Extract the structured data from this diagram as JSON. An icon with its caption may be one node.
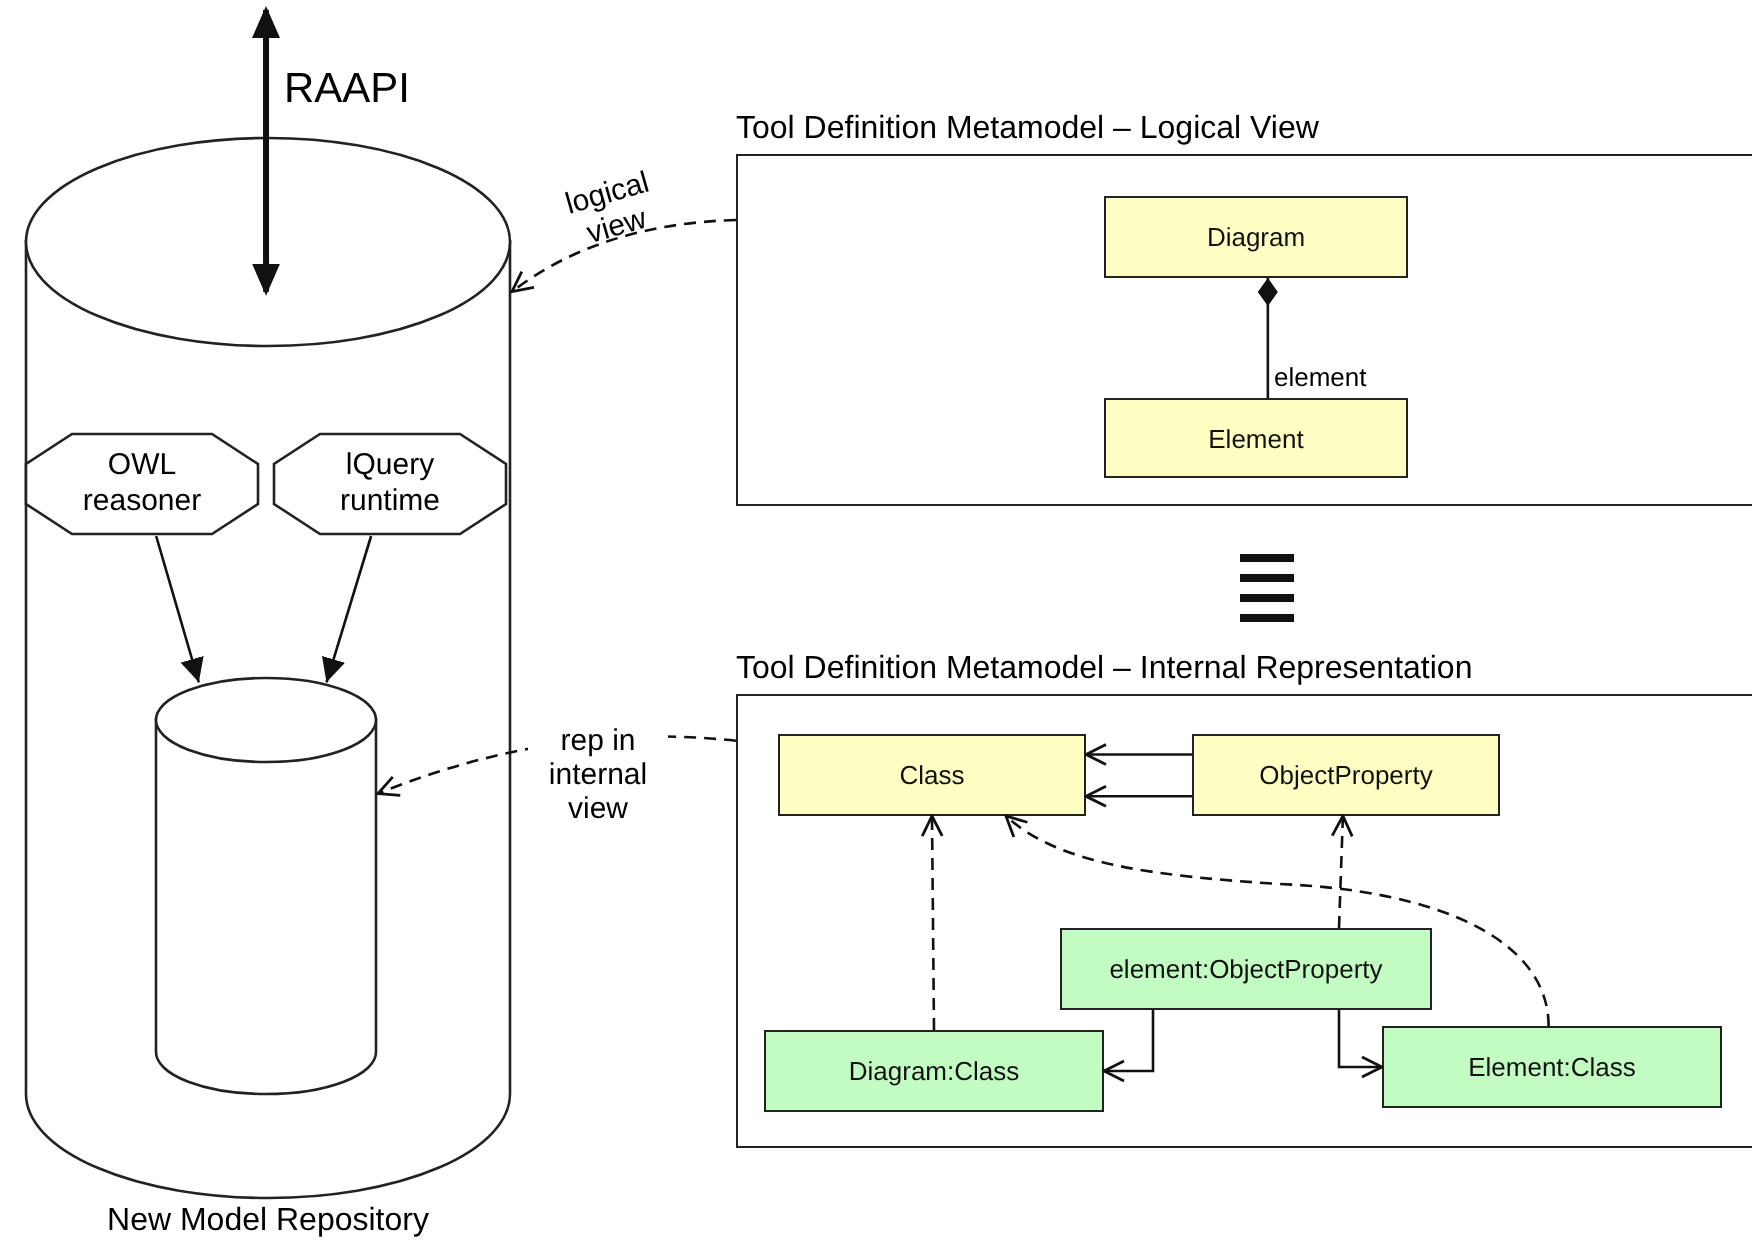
{
  "diagram": {
    "nodes": [
      {
        "text": [
          "New Model Repository"
        ]
      },
      {
        "text": [
          "OWL reasoner"
        ],
        "in": 0
      },
      {
        "text": [
          "lQuery runtime"
        ],
        "in": 0
      },
      {
        "text": [],
        "shape": "cylinder",
        "in": 0
      },
      {
        "text": [
          "Tool Definition Metamodel – Logical View"
        ]
      },
      {
        "text": [
          "Diagram"
        ],
        "in": 4
      },
      {
        "text": [
          "Element"
        ],
        "in": 4
      },
      {
        "text": [
          "Tool Definition Metamodel – Internal Representation"
        ]
      },
      {
        "text": [
          "Class"
        ],
        "in": 7
      },
      {
        "text": [
          "ObjectProperty"
        ],
        "in": 7
      },
      {
        "text": [
          "element:ObjectProperty"
        ],
        "in": 7
      },
      {
        "text": [
          "Diagram:Class"
        ],
        "in": 7
      },
      {
        "text": [
          "Element:Class"
        ],
        "in": 7
      }
    ],
    "edges": [
      {
        "from": null,
        "to": 0,
        "arrow": "both",
        "label": "RAAPI",
        "style": "thick"
      },
      {
        "from": 4,
        "to": 0,
        "arrow": "to",
        "label": "logical view",
        "style": "dashed"
      },
      {
        "from": 7,
        "to": 3,
        "arrow": "to",
        "label": "rep in internal view",
        "style": "dashed"
      },
      {
        "from": 1,
        "to": 3,
        "arrow": "to"
      },
      {
        "from": 2,
        "to": 3,
        "arrow": "to"
      },
      {
        "from": 6,
        "to": 5,
        "arrow": "other",
        "label": "element"
      },
      {
        "from": 9,
        "to": 8,
        "arrow": "to"
      },
      {
        "from": 9,
        "to": 8,
        "arrow": "to"
      },
      {
        "from": 11,
        "to": 8,
        "arrow": "to",
        "style": "dashed"
      },
      {
        "from": 10,
        "to": 9,
        "arrow": "to",
        "style": "dashed"
      },
      {
        "from": 12,
        "to": 8,
        "arrow": "to",
        "style": "dashed"
      },
      {
        "from": 10,
        "to": 11,
        "arrow": "to"
      },
      {
        "from": 10,
        "to": 12,
        "arrow": "to"
      }
    ]
  }
}
